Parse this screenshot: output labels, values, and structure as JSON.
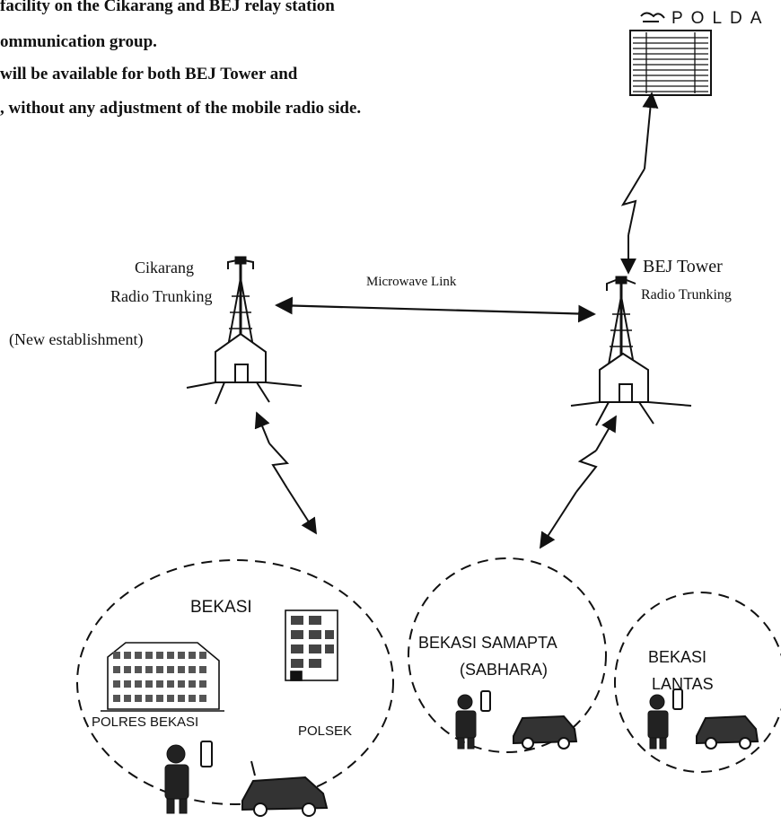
{
  "intro_lines": [
    "facility on the Cikarang and BEJ relay station",
    "ommunication group.",
    "will be available for both BEJ Tower and",
    ", without any adjustment of the mobile radio side."
  ],
  "polda": {
    "label": "POLDA"
  },
  "cikarang": {
    "name": "Cikarang",
    "type": "Radio Trunking",
    "note": "(New establishment)"
  },
  "bej": {
    "name": "BEJ Tower",
    "type": "Radio Trunking"
  },
  "link": {
    "label": "Microwave Link"
  },
  "groups": {
    "bekasi": {
      "title": "BEKASI",
      "building_1": "POLRES BEKASI",
      "building_2": "POLSEK"
    },
    "samapta": {
      "line1": "BEKASI SAMAPTA",
      "line2": "(SABHARA)"
    },
    "lantas": {
      "line1": "BEKASI",
      "line2": "LANTAS"
    }
  },
  "colors": {
    "ink": "#111111",
    "paper": "#ffffff"
  }
}
